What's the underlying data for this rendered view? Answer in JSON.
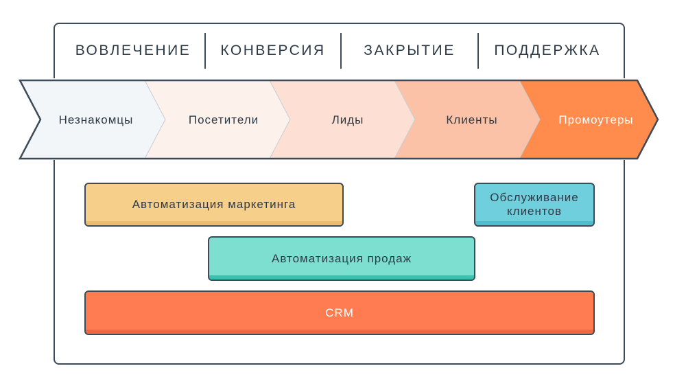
{
  "phases": [
    "ВОВЛЕЧЕНИЕ",
    "КОНВЕРСИЯ",
    "ЗАКРЫТИЕ",
    "ПОДДЕРЖКА"
  ],
  "stages": [
    {
      "label": "Незнакомцы",
      "fill": "#f3f6f9"
    },
    {
      "label": "Посетители",
      "fill": "#fdf1ec"
    },
    {
      "label": "Лиды",
      "fill": "#fde0d3"
    },
    {
      "label": "Клиенты",
      "fill": "#fbc2a7"
    },
    {
      "label": "Промоутеры",
      "fill": "#ff8c4d"
    }
  ],
  "stage_label_colors": {
    "default": "#2d3a46",
    "last": "#ffffff"
  },
  "tools": {
    "marketing": {
      "label": "Автоматизация маркетинга",
      "color": "#f6cf8a",
      "shade": "#edbd6c"
    },
    "service": {
      "label": "Обслуживание клиентов",
      "color": "#6fcfdc",
      "shade": "#4fbdcc"
    },
    "sales": {
      "label": "Автоматизация продаж",
      "color": "#7ddfd0",
      "shade": "#35c3ae"
    },
    "crm": {
      "label": "CRM",
      "color": "#ff7c52",
      "shade": "#ee6a3e"
    }
  },
  "outline_color": "#3d4a57"
}
